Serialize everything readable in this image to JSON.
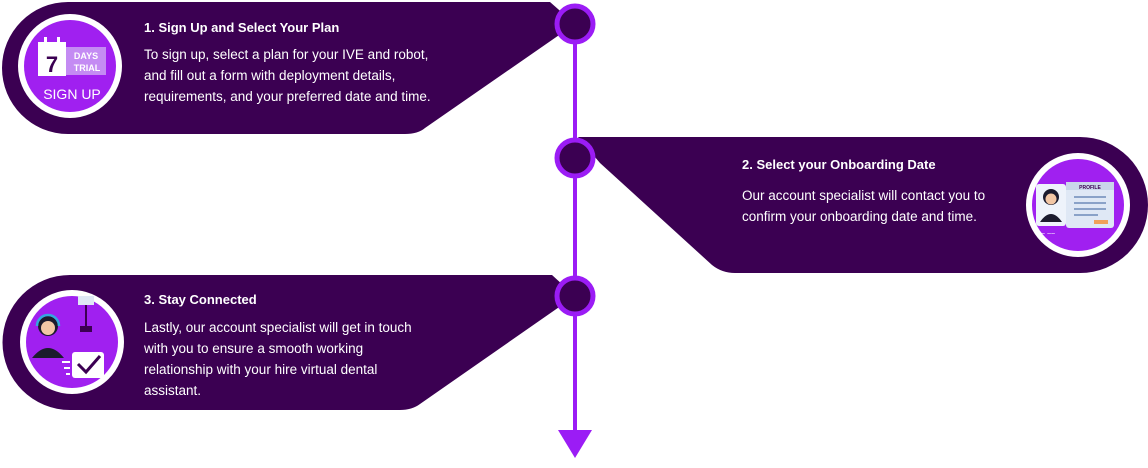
{
  "steps": [
    {
      "title": "1. Sign Up and Select Your Plan",
      "description": "To sign up, select a plan for your IVE and robot, and fill out a form with deployment details, requirements, and your preferred date and time.",
      "icon": "calendar-signup-icon"
    },
    {
      "title": "2. Select your Onboarding Date",
      "description": "Our account specialist will contact you to confirm your onboarding date and time.",
      "icon": "profile-card-icon"
    },
    {
      "title": "3. Stay Connected",
      "description": "Lastly, our account specialist will get in touch with you to ensure a smooth working relationship with your hire virtual dental assistant.",
      "icon": "support-agent-icon"
    }
  ],
  "badge": {
    "number": "7",
    "days": "DAYS",
    "trial": "TRIAL",
    "signup": "SIGN UP",
    "profile": "PROFILE"
  },
  "colors": {
    "card": "#3b0052",
    "accent": "#9b1cf5",
    "badge_bg": "#a020f0",
    "white": "#ffffff"
  }
}
